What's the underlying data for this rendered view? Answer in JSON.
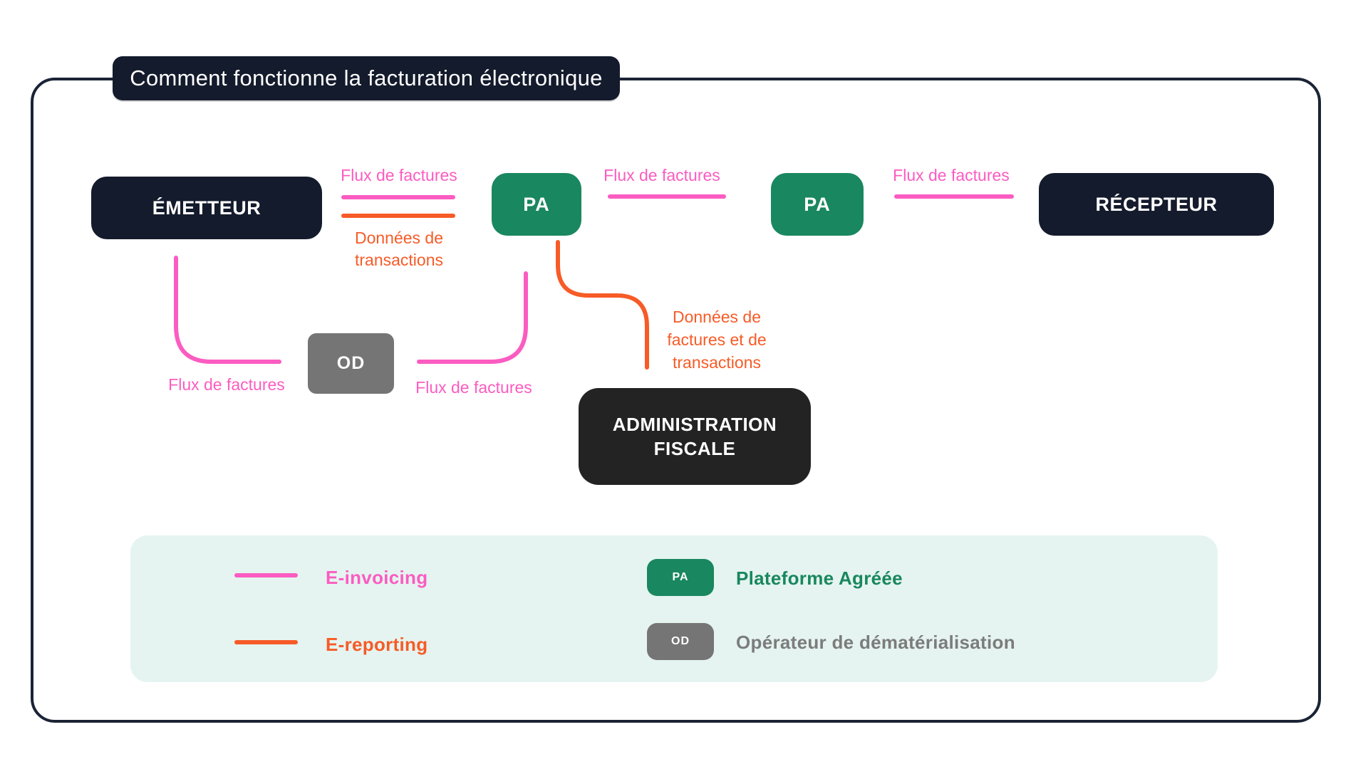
{
  "title": "Comment fonctionne la facturation électronique",
  "colors": {
    "pink": "#fb5cc1",
    "orange": "#f75b27",
    "green": "#19875f",
    "navy": "#141b2c",
    "black": "#232323",
    "gray": "#757575",
    "mint": "#e5f4f0",
    "border": "#1b2435"
  },
  "nodes": {
    "emetteur": {
      "label": "ÉMETTEUR"
    },
    "pa1": {
      "label": "PA"
    },
    "pa2": {
      "label": "PA"
    },
    "recepteur": {
      "label": "RÉCEPTEUR"
    },
    "od": {
      "label": "OD"
    },
    "administration_fiscale": {
      "label": "ADMINISTRATION FISCALE"
    }
  },
  "edge_labels": {
    "flux_emetteur_pa": "Flux de factures",
    "donnees_transactions": "Données de transactions",
    "flux_pa_pa": "Flux de factures",
    "flux_pa_recepteur": "Flux de factures",
    "flux_emetteur_od": "Flux de factures",
    "flux_od_pa": "Flux de factures",
    "donnees_factures_transactions": "Données de factures et de transactions"
  },
  "legend": {
    "e_invoicing_label": "E-invoicing",
    "e_reporting_label": "E-reporting",
    "pa_badge": "PA",
    "pa_label": "Plateforme Agréée",
    "od_badge": "OD",
    "od_label": "Opérateur de dématérialisation"
  }
}
